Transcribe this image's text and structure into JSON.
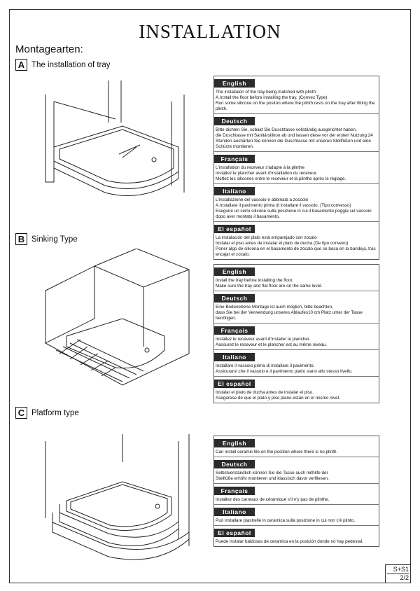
{
  "title": "INSTALLATION",
  "subtitle": "Montagearten:",
  "sections": [
    {
      "letter": "A",
      "heading": "The installation of tray",
      "langs": [
        {
          "label": "English",
          "text": "The installaion of the tray being matched with plinth\nA.Install the floor before installing the tray. (Convex Type)\nRun some silicone on the positon where the plinth rests on the tray after fitting the plinth."
        },
        {
          "label": "Deutsch",
          "text": "Bitte dichten Sie, sobald Sie Duschtasse vollständig ausgerichtet haben,\ndie Duschtasse mit Sanitärsilikon ab und lassen diese vor der ersten Nutzung 24 Stunden aushärten.Sie können die Duschtasse mit unseren Stellfüßen und eine Schürze montieren."
        },
        {
          "label": "Français",
          "text": "L'installation du receveur s'adapte à la plinthe\nInstallez le plancher avant d'installation du receveur.\nMettez les silicones entre le receveur et la plinthe après le réglage."
        },
        {
          "label": "Italiano",
          "text": "L'installazione del vassoio è abbinata a zoccolo\nA.Installare il pavimento prima di installare il vassoio. (Tipo convesso)\nEseguire un certo silicone sulla posizione in cui il basamento poggia sul vassoio dopo aver montato il basamento."
        },
        {
          "label": "El español",
          "text": "La instalación del plato está emparejado con zocalo\nInstalar el piso antes de instalar el plato de ducha  (De tipo convexo)\nPoner algo de silicona en el basamento de zócalo que se basa en la bandeja, tras encajar el zocalo."
        }
      ]
    },
    {
      "letter": "B",
      "heading": "Sinking  Type",
      "langs": [
        {
          "label": "English",
          "text": "Install the tray before installing the floor.\nMake sure the tray and flat floor are on the same level."
        },
        {
          "label": "Deutsch",
          "text": "Eine Bodenebene Montage ist auch möglich, bitte beachten,\ndass Sie bei der Verwendung unseres Ablaufes10 cm Platz unter der Tasse benötigen."
        },
        {
          "label": "Français",
          "text": "Installez le receveur avant d'installer le plancher.\nAassurez le receveur et le plancher est au même niveau."
        },
        {
          "label": "Italiano",
          "text": "Installare il vassoio prima di installare il pavimento.\nAssicurarsi che il vassoio e il pavimento piatto siano allo stesso livello."
        },
        {
          "label": "El español",
          "text": "Instalar el plato de ducha antes de instalar el piso.\nAsegúrese de que el plato y piso plano están en el mismo nivel."
        }
      ]
    },
    {
      "letter": "C",
      "heading": "Platform type",
      "langs": [
        {
          "label": "English",
          "text": "Can install ceramic tile on the position where there is no plinth."
        },
        {
          "label": "Deutsch",
          "text": "Selbstverständlich können Sie die Tasse auch mithilfe der\nStellfüße erhöht montieren und klassisch davor verfliesen."
        },
        {
          "label": "Français",
          "text": "Installez des carreaux de céramique s'il n'y pas de plinthe."
        },
        {
          "label": "Italiano",
          "text": "Può installare piastrelle in ceramica sulla posizione in cui non c'è plinto."
        },
        {
          "label": "El español",
          "text": "Puede instalar baldosas de ceramica en la posición donde no hay pedestal."
        }
      ]
    }
  ],
  "footer": {
    "model": "S+S1",
    "page": "2/2"
  }
}
